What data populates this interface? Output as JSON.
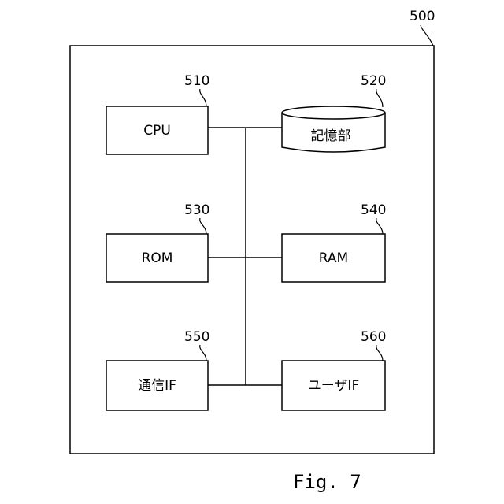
{
  "system": {
    "ref": "500"
  },
  "blocks": {
    "cpu": {
      "ref": "510",
      "label": "CPU"
    },
    "storage": {
      "ref": "520",
      "label": "記憶部"
    },
    "rom": {
      "ref": "530",
      "label": "ROM"
    },
    "ram": {
      "ref": "540",
      "label": "RAM"
    },
    "comm_if": {
      "ref": "550",
      "label": "通信IF"
    },
    "user_if": {
      "ref": "560",
      "label": "ユーザIF"
    }
  },
  "caption": "Fig. 7"
}
